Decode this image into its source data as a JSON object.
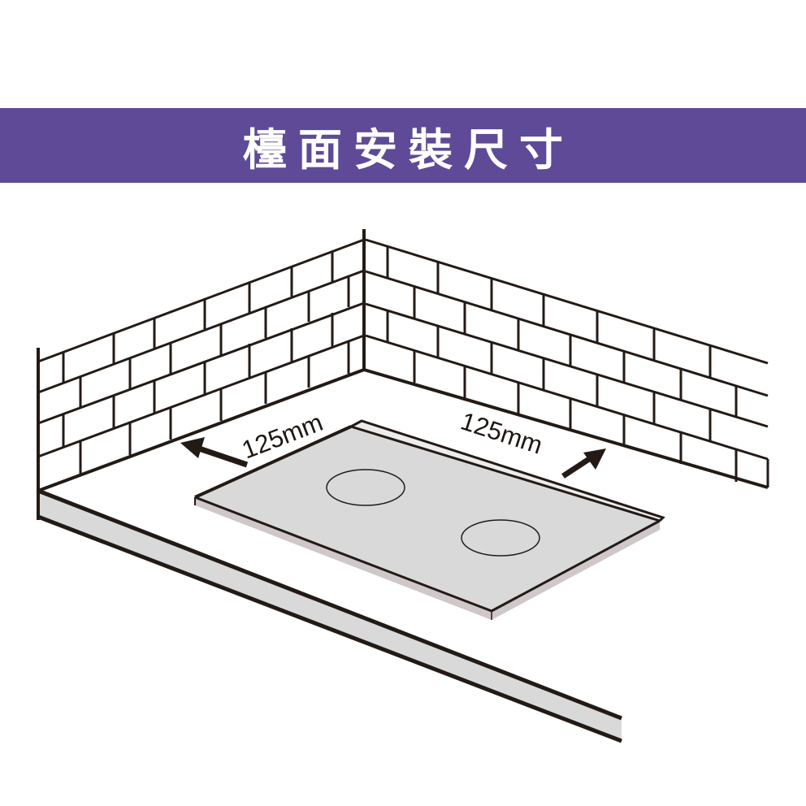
{
  "banner": {
    "title": "檯面安裝尺寸",
    "background": "#5e4a97",
    "text_color": "#ffffff"
  },
  "diagram": {
    "subject": "Built-in cooktop installation clearance on countertop",
    "left_clearance": {
      "label": "125mm",
      "direction": "toward left wall"
    },
    "right_clearance": {
      "label": "125mm",
      "direction": "toward back wall"
    },
    "burners": 2,
    "colors": {
      "line": "#231a16",
      "cooktop_top": "#d9d9d9",
      "cooktop_edge": "#cfc7c9",
      "cooktop_back_strip": "#ececec",
      "counter_edge": "#d9d9d9"
    }
  }
}
